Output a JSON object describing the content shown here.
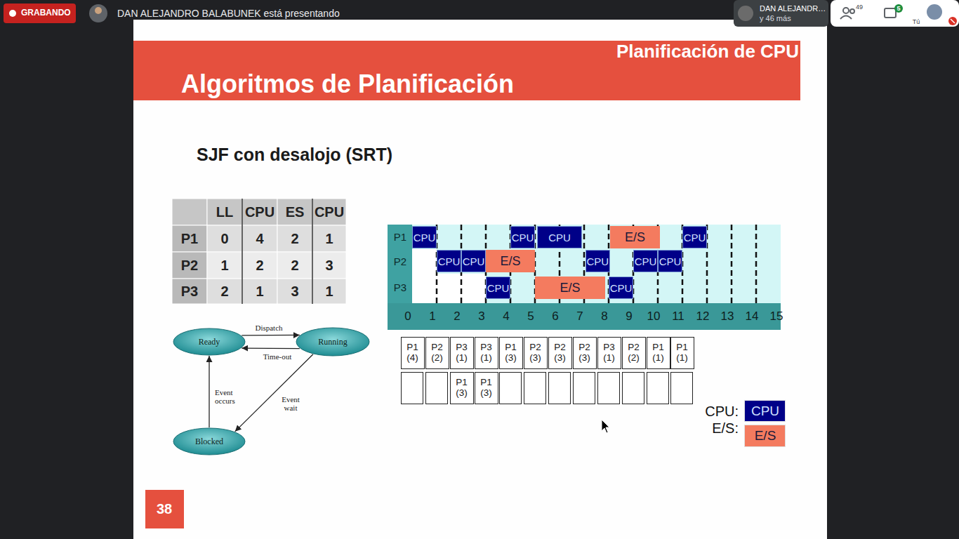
{
  "diagram": {
    "title": "Algoritmos de Planificación",
    "nodes": [
      {
        "text": [
          "Ready"
        ]
      },
      {
        "text": [
          "Running"
        ]
      },
      {
        "text": [
          "Blocked"
        ]
      },
      {
        "text": [
          "CPU"
        ]
      },
      {
        "text": [
          "CPU"
        ]
      },
      {
        "text": [
          "CPU"
        ]
      },
      {
        "text": [
          "E/S"
        ]
      },
      {
        "text": [
          "CPU"
        ]
      },
      {
        "text": [
          "CPU"
        ]
      },
      {
        "text": [
          "CPU"
        ]
      },
      {
        "text": [
          "E/S"
        ]
      },
      {
        "text": [
          "CPU"
        ]
      },
      {
        "text": [
          "CPU"
        ]
      },
      {
        "text": [
          "CPU"
        ]
      },
      {
        "text": [
          "CPU"
        ]
      },
      {
        "text": [
          "E/S"
        ]
      },
      {
        "text": [
          "CPU"
        ]
      },
      {
        "text": [
          "P1 (4)"
        ]
      },
      {
        "text": [
          "P2 (2)"
        ]
      },
      {
        "text": [
          "P3 (1)"
        ]
      },
      {
        "text": [
          "P3 (1)"
        ]
      },
      {
        "text": [
          "P1 (3)"
        ]
      },
      {
        "text": [
          "P2 (3)"
        ]
      },
      {
        "text": [
          "P2 (3)"
        ]
      },
      {
        "text": [
          "P2 (3)"
        ]
      },
      {
        "text": [
          "P3 (1)"
        ]
      },
      {
        "text": [
          "P2 (2)"
        ]
      },
      {
        "text": [
          "P1 (1)"
        ]
      },
      {
        "text": [
          "P1 (1)"
        ]
      },
      {
        "text": [
          "P1 (3)"
        ]
      },
      {
        "text": [
          "P1 (3)"
        ]
      }
    ],
    "edges": [
      {
        "from": 0,
        "to": 1,
        "arrow": "to",
        "label": "Dispatch"
      },
      {
        "from": 1,
        "to": 0,
        "arrow": "to",
        "label": "Time-out"
      },
      {
        "from": 1,
        "to": 2,
        "arrow": "to",
        "label": "Event wait"
      },
      {
        "from": 2,
        "to": 0,
        "arrow": "to",
        "label": "Event occurs"
      }
    ],
    "labels": [
      "GRABANDO",
      "DAN ALEJANDRO BALABUNEK está presentando",
      "DAN ALEJANDR…",
      "y 46 más",
      "49",
      "5",
      "Tú",
      "Planificación de CPU",
      "SJF con desalojo (SRT)",
      "LL",
      "CPU",
      "ES",
      "CPU",
      "P1",
      "0",
      "4",
      "2",
      "1",
      "P2",
      "1",
      "2",
      "2",
      "3",
      "P3",
      "2",
      "1",
      "3",
      "1",
      "P1",
      "P2",
      "P3",
      "0",
      "1",
      "2",
      "3",
      "4",
      "5",
      "6",
      "7",
      "8",
      "9",
      "10",
      "11",
      "12",
      "13",
      "14",
      "15",
      "CPU",
      "E/S",
      "38"
    ],
    "legend": [
      {
        "text": "CPU:",
        "color": "#000088"
      },
      {
        "text": "E/S:",
        "color": "#f47b5f"
      }
    ]
  }
}
